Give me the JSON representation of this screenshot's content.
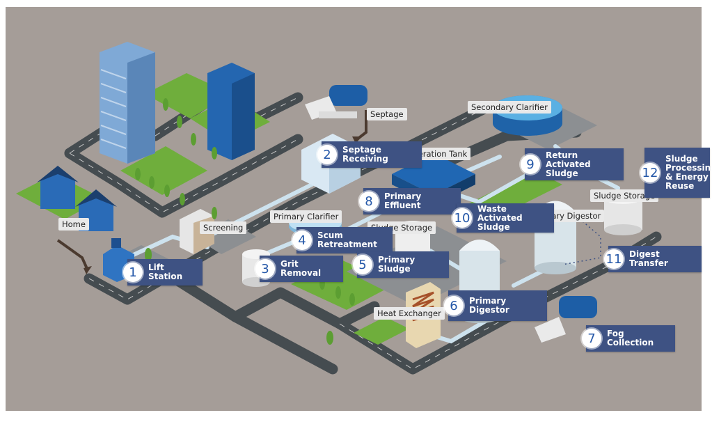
{
  "steps": [
    {
      "num": "1",
      "label": "Lift Station"
    },
    {
      "num": "2",
      "label": "Septage\nReceiving"
    },
    {
      "num": "3",
      "label": "Grit Removal"
    },
    {
      "num": "4",
      "label": "Scum\nRetreatment"
    },
    {
      "num": "5",
      "label": "Primary Sludge"
    },
    {
      "num": "6",
      "label": "Primary\nDigestor"
    },
    {
      "num": "7",
      "label": "Fog Collection"
    },
    {
      "num": "8",
      "label": "Primary Effluent"
    },
    {
      "num": "9",
      "label": "Return\nActivated Sludge"
    },
    {
      "num": "10",
      "label": "Waste Activated\nSludge"
    },
    {
      "num": "11",
      "label": "Digest Transfer"
    },
    {
      "num": "12",
      "label": "Sludge\nProcessing\n& Energy\nReuse"
    }
  ],
  "tags": {
    "home": "Home",
    "septage": "Septage",
    "screening": "Screening",
    "primary_clarifier": "Primary Clarifier",
    "aeration_tank": "Aeration Tank",
    "secondary_clarifier": "Secondary Clarifier",
    "sludge_storage_1": "Sludge Storage",
    "sludge_storage_2": "Sludge Storage",
    "secondary_digestor": "Secondary Digestor",
    "heat_exchanger": "Heat Exchanger"
  },
  "colors": {
    "background": "#a59d98",
    "road": "#454c50",
    "grass": "#6fae3c",
    "callout": "#3e5283",
    "number_text": "#2457a8",
    "pipe": "#cde2ee",
    "tank": "#1f63a8"
  }
}
